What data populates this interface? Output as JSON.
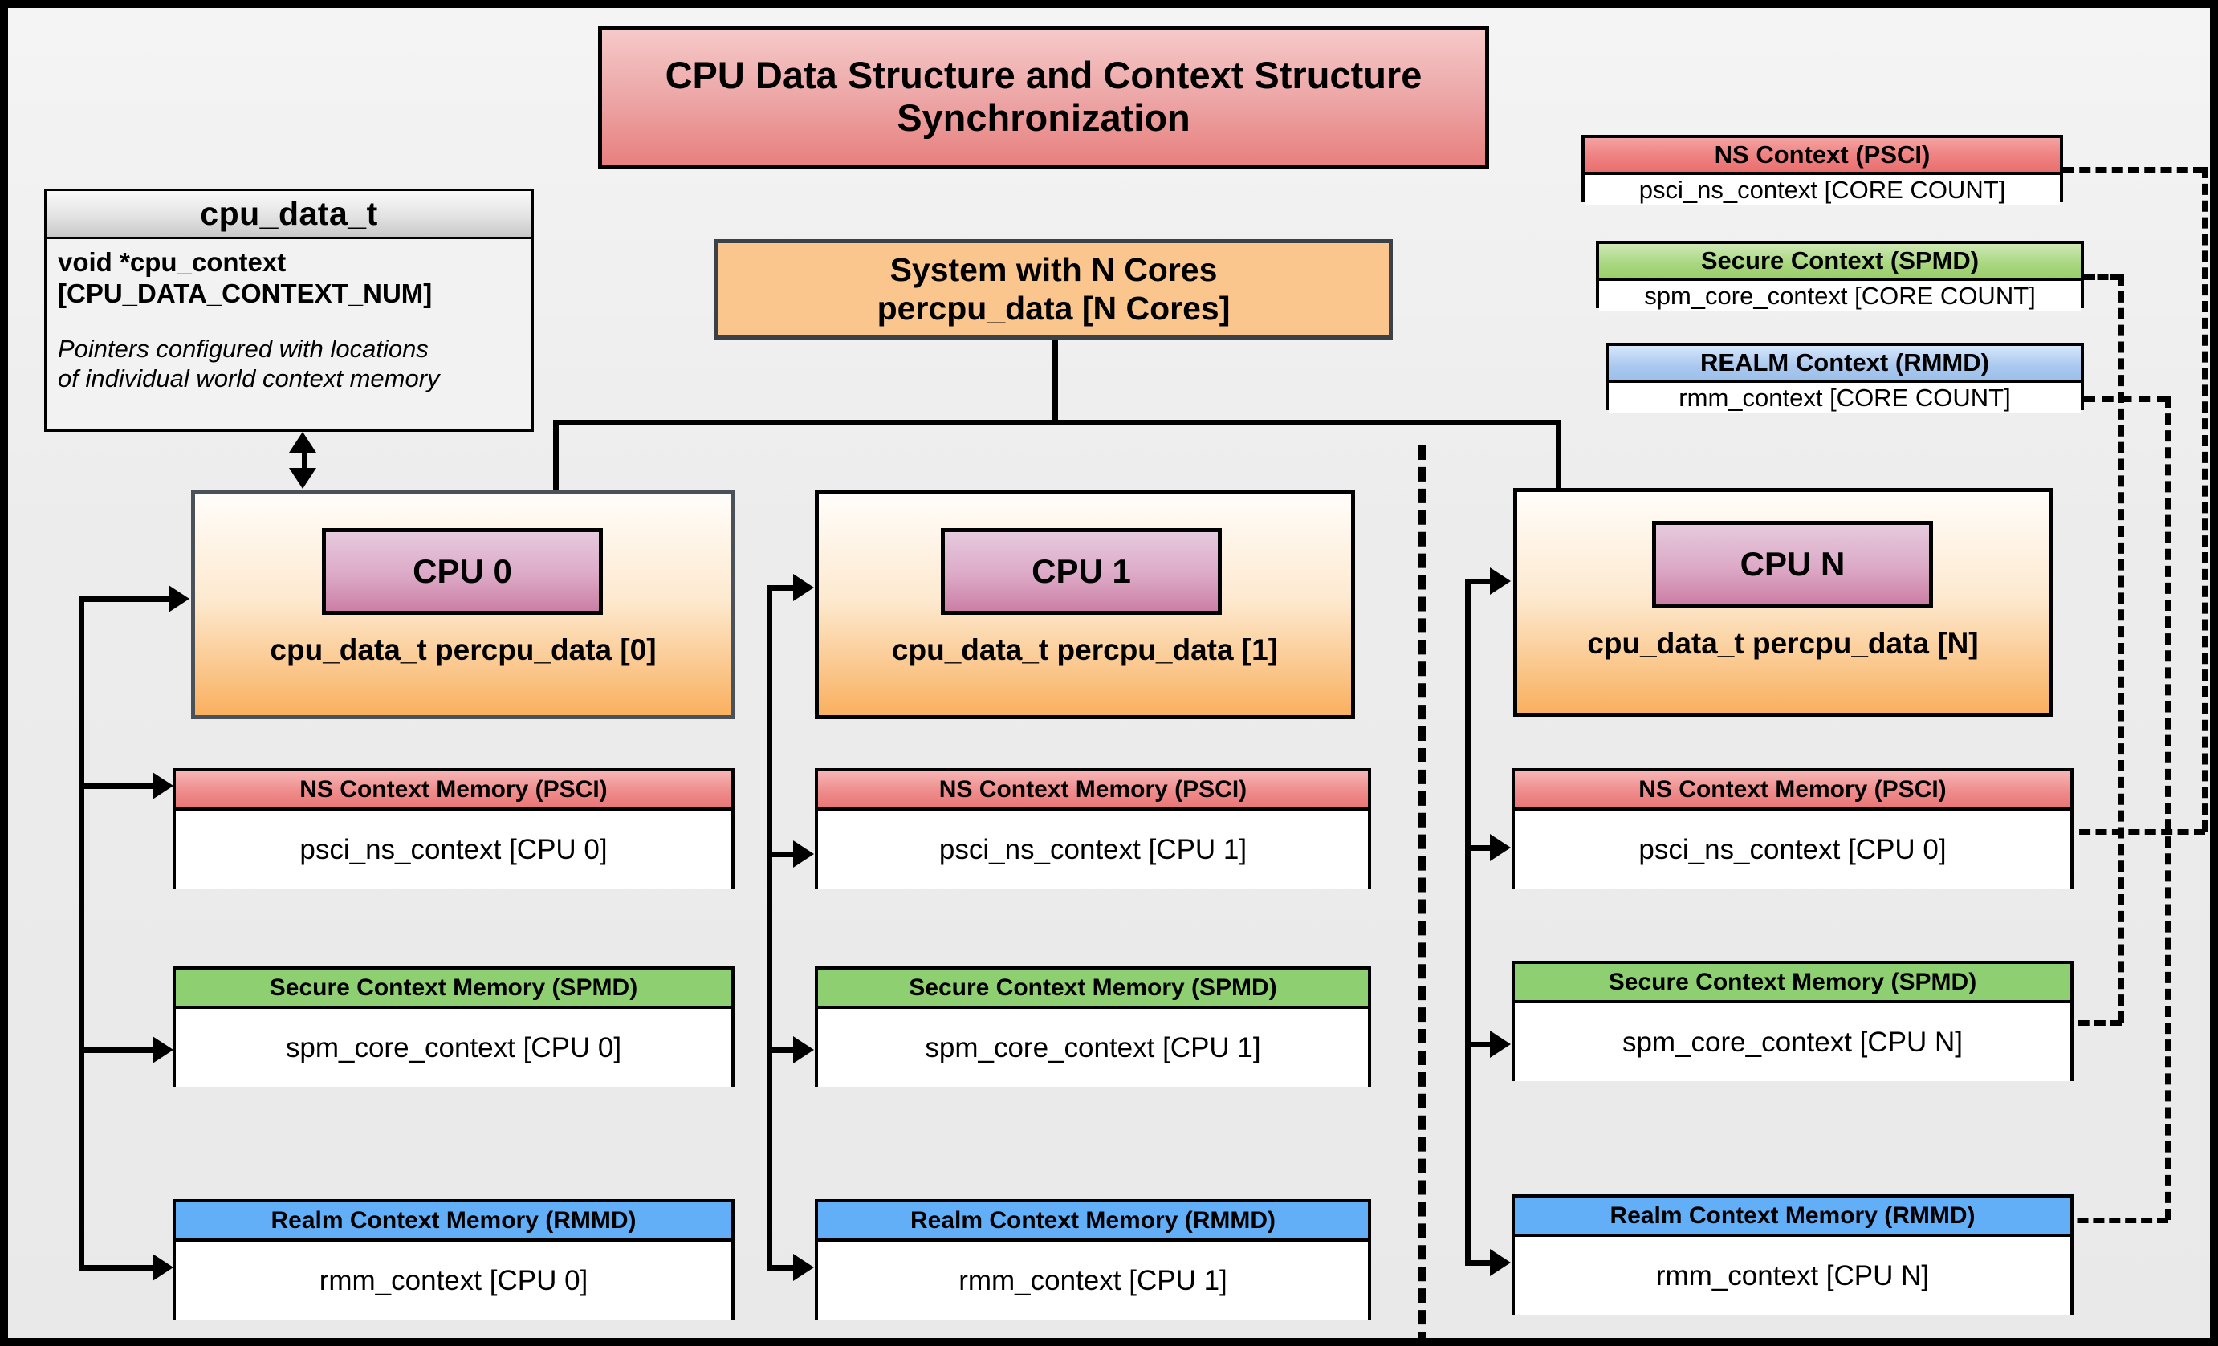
{
  "title": {
    "line1": "CPU Data Structure and Context Structure",
    "line2": "Synchronization"
  },
  "cpu_data_t": {
    "struct_name": "cpu_data_t",
    "field_line1": "void  *cpu_context",
    "field_line2": "[CPU_DATA_CONTEXT_NUM]",
    "note_line1": "Pointers configured with locations",
    "note_line2": "of individual world context memory"
  },
  "system": {
    "line1": "System with N Cores",
    "line2": "percpu_data [N Cores]"
  },
  "global_contexts": [
    {
      "header": "NS Context  (PSCI)",
      "body": "psci_ns_context [CORE COUNT]",
      "color": "#ef8383",
      "world": "ns"
    },
    {
      "header": "Secure Context (SPMD)",
      "body": "spm_core_context [CORE COUNT]",
      "color": "#a8d77f",
      "world": "secure"
    },
    {
      "header": "REALM Context (RMMD)",
      "body": "rmm_context [CORE COUNT]",
      "color": "#aac8ee",
      "world": "realm"
    }
  ],
  "cpus": [
    {
      "chip_label": "CPU 0",
      "caption": "cpu_data_t percpu_data [0]",
      "memories": [
        {
          "header": "NS Context Memory (PSCI)",
          "body": "psci_ns_context [CPU 0]",
          "color": "#ef8c8c"
        },
        {
          "header": "Secure Context Memory (SPMD)",
          "body": "spm_core_context [CPU 0]",
          "color": "#8ed071"
        },
        {
          "header": "Realm Context Memory (RMMD)",
          "body": "rmm_context [CPU 0]",
          "color": "#62aef7"
        }
      ]
    },
    {
      "chip_label": "CPU 1",
      "caption": "cpu_data_t percpu_data [1]",
      "memories": [
        {
          "header": "NS Context Memory (PSCI)",
          "body": "psci_ns_context [CPU 1]",
          "color": "#ef8c8c"
        },
        {
          "header": "Secure Context Memory (SPMD)",
          "body": "spm_core_context [CPU 1]",
          "color": "#8ed071"
        },
        {
          "header": "Realm Context Memory (RMMD)",
          "body": "rmm_context [CPU 1]",
          "color": "#62aef7"
        }
      ]
    },
    {
      "chip_label": "CPU N",
      "caption": "cpu_data_t percpu_data [N]",
      "memories": [
        {
          "header": "NS Context Memory (PSCI)",
          "body": "psci_ns_context [CPU 0]",
          "color": "#ef8c8c"
        },
        {
          "header": "Secure Context Memory (SPMD)",
          "body": "spm_core_context [CPU N]",
          "color": "#8ed071"
        },
        {
          "header": "Realm Context Memory (RMMD)",
          "body": "rmm_context [CPU N]",
          "color": "#62aef7"
        }
      ]
    }
  ],
  "palette": {
    "canvas": "#ededed",
    "title_fill": "#eca3a3",
    "system_fill": "#fbc68e",
    "cpu_panel_top": "#fffdfa",
    "cpu_panel_bottom": "#f9b05f",
    "cpu_chip": "#dca9c6",
    "border": "#000000",
    "panel_border": "#4b5158"
  }
}
